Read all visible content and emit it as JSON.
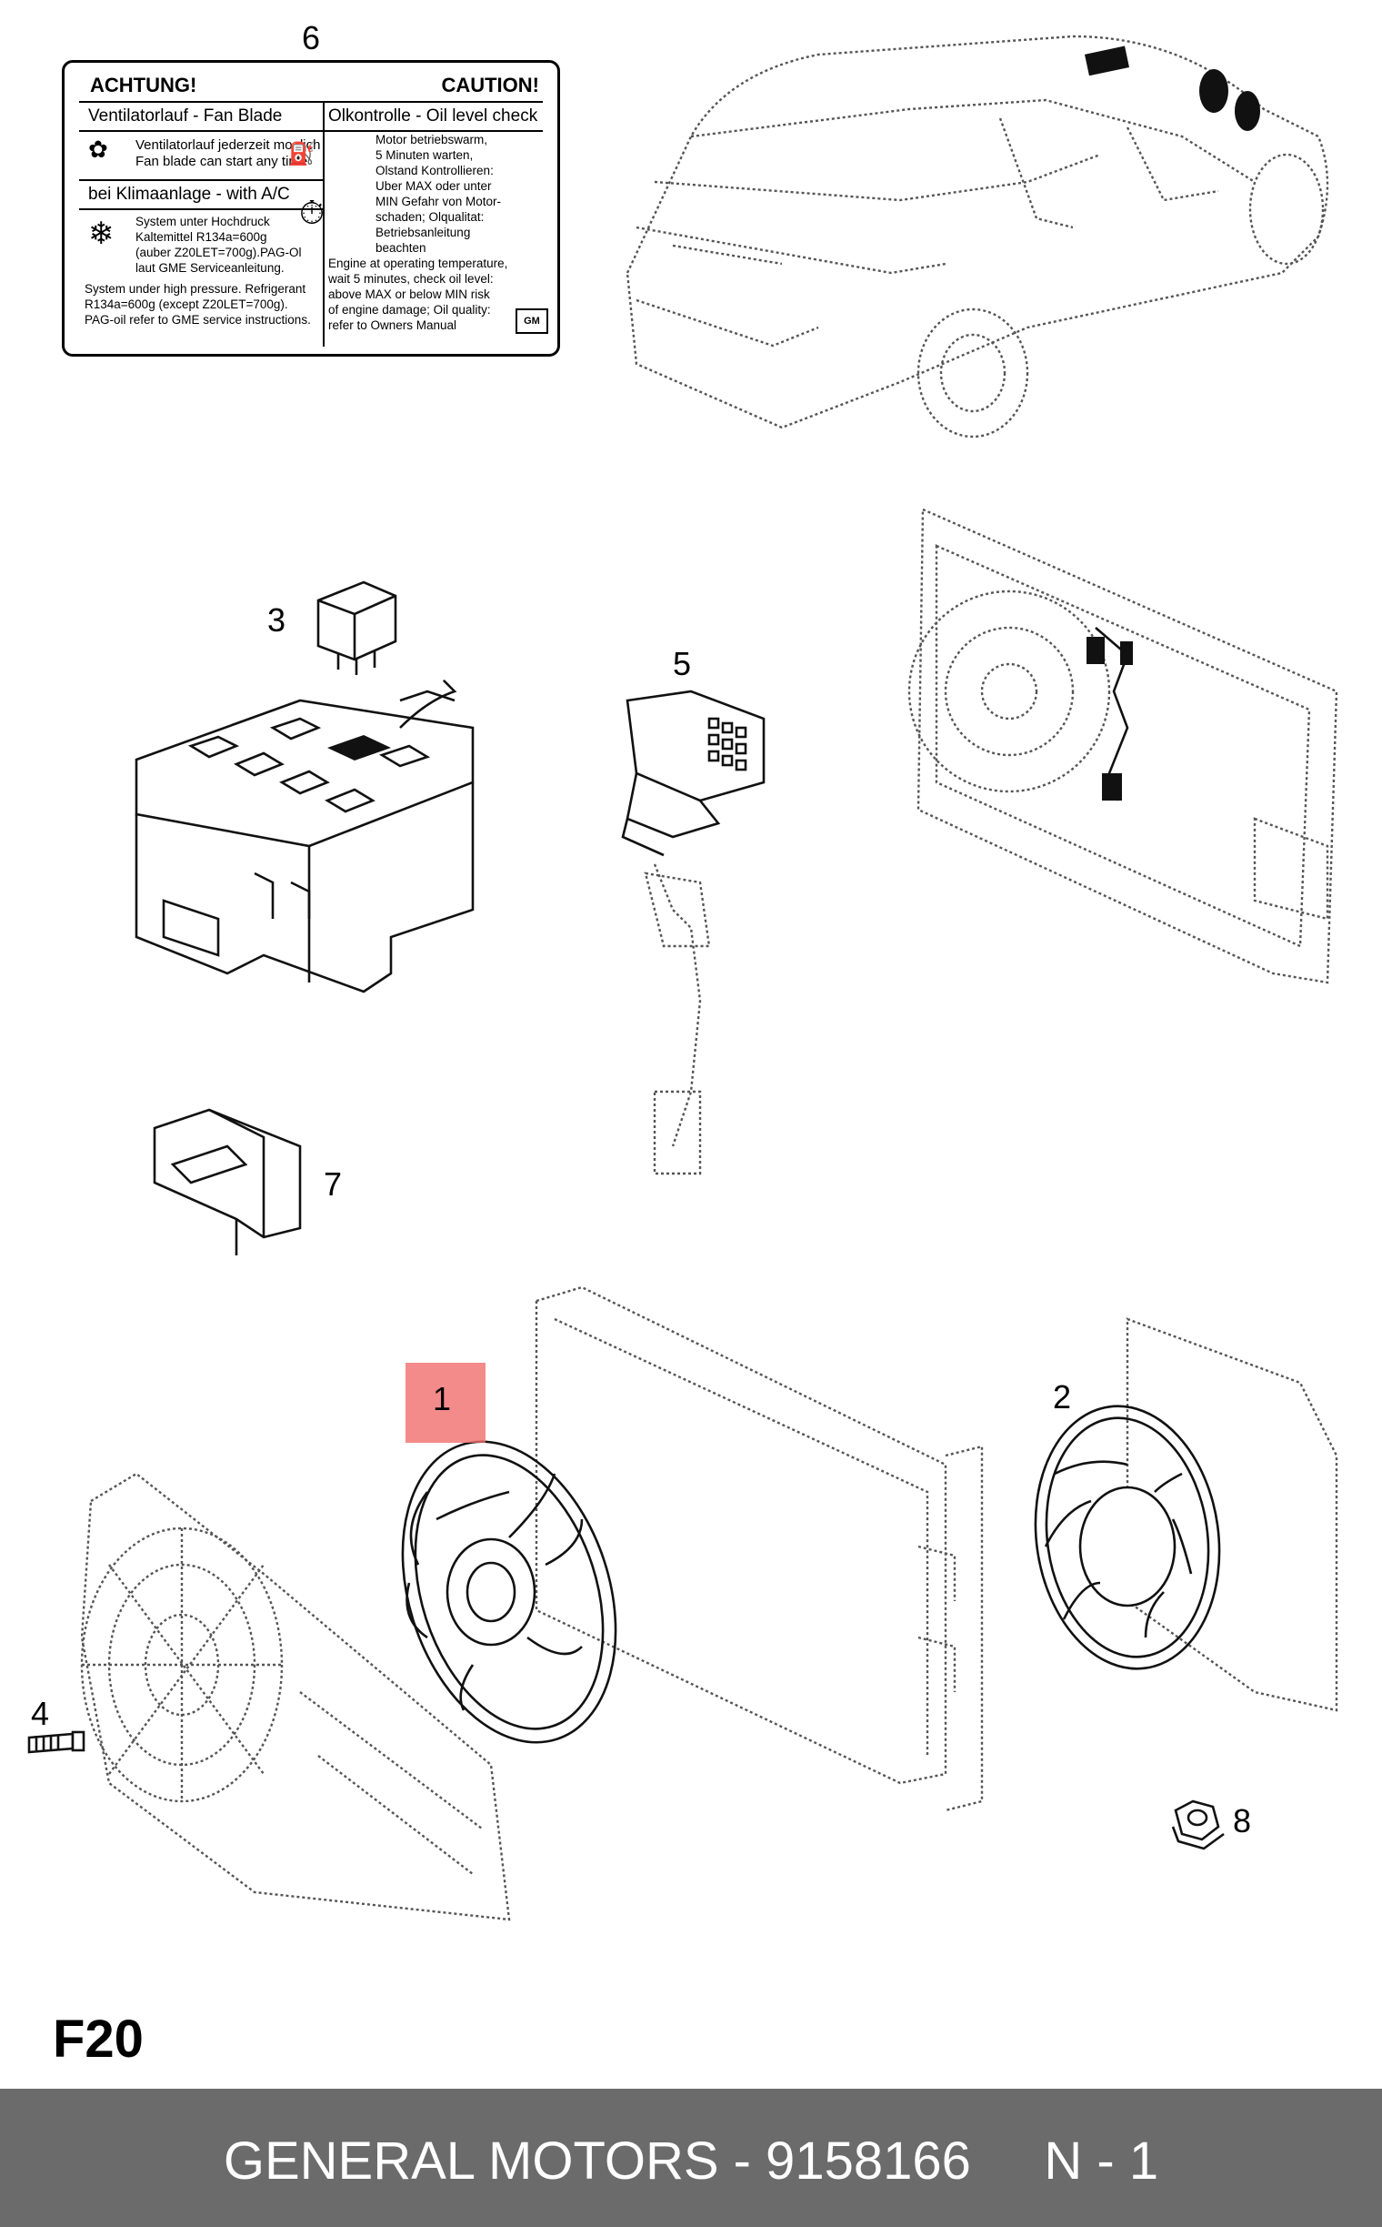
{
  "diagram": {
    "callouts": [
      "6",
      "3",
      "5",
      "7",
      "1",
      "2",
      "4",
      "8"
    ],
    "highlighted_callout": "1",
    "highlight_color": "#f06e6e"
  },
  "label": {
    "warning_de": "ACHTUNG!",
    "warning_en": "CAUTION!",
    "fan_heading": "Ventilatorlauf  -  Fan Blade",
    "oil_heading": "Olkontrolle - Oil level check",
    "fan_text_1": "Ventilatorlauf jederzeit moglich",
    "fan_text_2": "Fan blade can start any time",
    "oil_text": [
      "Motor betriebswarm,",
      "5 Minuten warten,",
      "Olstand Kontrollieren:",
      "Uber MAX oder unter",
      "MIN Gefahr von Motor-",
      "schaden; Olqualitat:",
      "Betriebsanleitung",
      "beachten",
      "Engine at operating temperature,",
      "wait 5 minutes, check oil level:",
      "above MAX or below MIN risk",
      "of engine damage; Oil quality:",
      "refer to Owners Manual"
    ],
    "ac_heading": "bei Klimaanlage - with A/C",
    "ac_text_de": [
      "System unter Hochdruck",
      "Kaltemittel R134a=600g",
      "(auber Z20LET=700g).PAG-Ol",
      "laut GME Serviceanleitung."
    ],
    "ac_text_en": [
      "System under high pressure. Refrigerant",
      "R134a=600g (except Z20LET=700g).",
      "PAG-oil refer to GME service instructions."
    ],
    "logo": "GM"
  },
  "figure_code": "F20",
  "footer": {
    "text": "GENERAL MOTORS - 9158166     N - 1",
    "bar_color": "#6b6b6b"
  }
}
